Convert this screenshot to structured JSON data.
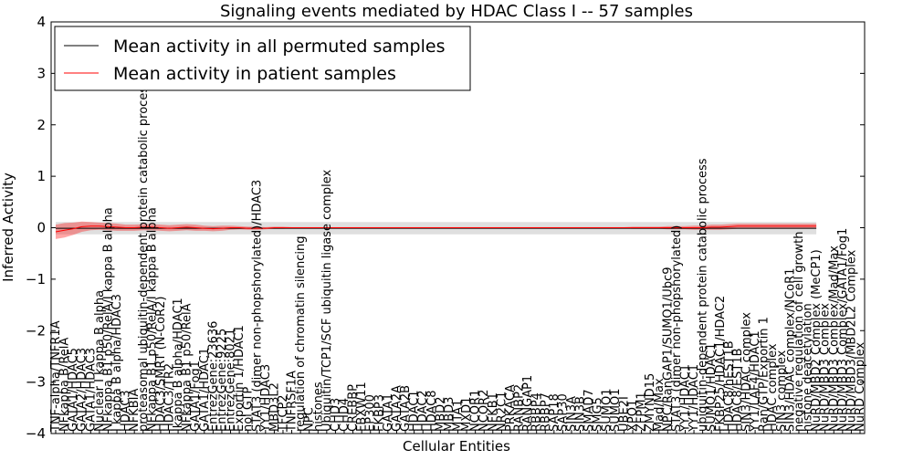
{
  "chart_data": {
    "type": "line",
    "title": "Signaling events mediated by HDAC Class I -- 57 samples",
    "xlabel": "Cellular Entities",
    "ylabel": "Inferred Activity",
    "ylim": [
      -4,
      4
    ],
    "yticks": [
      -4,
      -3,
      -2,
      -1,
      0,
      1,
      2,
      3,
      4
    ],
    "grid": false,
    "legend_position": "top-left",
    "categories": [
      "TNF-alpha/TNFR1A",
      "NFkappa B/RelA",
      "GATA1/HDAC5",
      "GATA2/HDAC3",
      "GATA1/HDAC3",
      "Nuclear I kappa B alpha",
      "NFkappa B1 p50/RelA/I kappa B alpha",
      "I kappa B alpha/HDAC3",
      "HDAC3",
      "NFKBIA",
      "proteasomal ubiquitin-dependent protein catabolic process",
      "NFkappa B1 p50/RelA/I kappa B alpha",
      "HDAC3/SMRT (N-CoR2)",
      "HDAC3/TR2",
      "Ikappa B alpha/HDAC1",
      "NFkappa B1 p50/RelA",
      "GATA1/Fog1",
      "GATA1/HDAC1",
      "EntrezGene:23636",
      "EntrezGene:9225",
      "EntrezGene:8021",
      "Exportin 1/HDAC1",
      "nol GTP",
      "STAT3 (dimer non-phopshorylated)/HDAC3",
      "YY1/HDAC3",
      "MBD3L2",
      "TFCP2",
      "TNFRSF1A",
      "regulation of chromatin silencing",
      "NPC",
      "histones",
      "Ubiquitin/TCP1/SCF ubiquitin ligase complex",
      "CHD3",
      "CHD4",
      "CREBBP",
      "FBXW11",
      "EP300",
      "FKBP3",
      "GATA1",
      "GATA2A",
      "GATA2B",
      "HDAC1",
      "HDAC2",
      "HDAC8",
      "MBD2",
      "MBD3",
      "MTA1",
      "MXD1",
      "NCOR1",
      "NCOR2",
      "NFKB1",
      "NR2C1",
      "PRKACA",
      "RANBP2",
      "RANGAP1",
      "RBBP4",
      "RBBP7",
      "SAP18",
      "SAP30",
      "SIN3A",
      "SIN3B",
      "SMAD7",
      "SMG5",
      "SUMO1",
      "SUMO1",
      "UBE2I",
      "XPO1",
      "ZFPM1",
      "ZMYND15",
      "Mad/Max",
      "NPC/RanGAP1/SUMO1/Ubc9",
      "STAT3 (dimer non-phopshorylated)",
      "YY1/HDAC1",
      "YY1/HDAC1",
      "ubiquitin-dependent protein catabolic process",
      "SUMO1/HDAC1",
      "FKBP25/HDAC1/HDAC2",
      "HDAC8/hEST1B",
      "HDAC8/EST1B",
      "SIN3/HDAC complex",
      "YY1/LAF4/HDAC1",
      "Ran/GTP/Exportin 1",
      "HDAC complex",
      "SIN3 complex",
      "SIN3/HDAC complex/NCoR1",
      "negative regulation of cell growth",
      "histone deacetylation",
      "NuRD/MBD2 Complex (MeCP1)",
      "NuRD/MBD3 Complex",
      "NuRD/MBD3 Complex/Mad/Max",
      "NuRD/MBD3 Complex/GATA1/Fog1",
      "NuRD/MBD3/MBD2L2 Complex",
      "NuRD Complex"
    ],
    "series": [
      {
        "name": "Mean activity in all permuted samples",
        "color": "#000000",
        "values": [
          -0.01,
          -0.01,
          -0.01,
          -0.01,
          -0.01,
          -0.01,
          -0.01,
          -0.01,
          -0.01,
          -0.01,
          -0.01,
          -0.01,
          -0.01,
          -0.01,
          -0.01,
          -0.01,
          -0.01,
          -0.01,
          -0.01,
          -0.01,
          -0.01,
          -0.01,
          -0.01,
          -0.01,
          -0.01,
          -0.01,
          -0.01,
          -0.01,
          -0.01,
          -0.01,
          -0.01,
          -0.01,
          -0.01,
          -0.01,
          -0.01,
          -0.01,
          -0.01,
          -0.01,
          -0.01,
          -0.01,
          -0.01,
          -0.01,
          -0.01,
          -0.01,
          -0.01,
          -0.01,
          -0.01,
          -0.01,
          -0.01,
          -0.01,
          -0.01,
          -0.01,
          -0.01,
          -0.01,
          -0.01,
          -0.01,
          -0.01,
          -0.01,
          -0.01,
          -0.01,
          -0.01,
          -0.01,
          -0.01,
          -0.01,
          -0.01,
          -0.01,
          -0.01,
          -0.01,
          -0.01,
          -0.01,
          -0.01,
          -0.01,
          -0.01,
          -0.01,
          -0.01,
          -0.01,
          -0.01,
          -0.01,
          -0.01,
          -0.01,
          -0.01,
          -0.01,
          -0.01,
          -0.01,
          -0.01,
          -0.01,
          -0.01,
          -0.01
        ]
      },
      {
        "name": "Mean activity in patient samples",
        "color": "#ff0000",
        "values": [
          -0.08,
          -0.05,
          -0.02,
          0.02,
          0.03,
          0.03,
          0.02,
          0.01,
          0.0,
          0.0,
          0.01,
          0.01,
          0.0,
          -0.01,
          0.0,
          0.01,
          0.0,
          -0.01,
          -0.02,
          -0.01,
          0.0,
          0.0,
          -0.01,
          -0.01,
          -0.01,
          0.0,
          0.0,
          0.0,
          0.0,
          0.0,
          0.0,
          0.0,
          0.0,
          0.0,
          0.0,
          0.0,
          0.0,
          0.0,
          0.0,
          0.0,
          0.0,
          0.0,
          0.0,
          0.0,
          0.0,
          0.0,
          0.0,
          0.0,
          0.0,
          0.0,
          0.0,
          0.0,
          0.0,
          0.0,
          0.0,
          0.0,
          0.0,
          0.0,
          0.0,
          0.0,
          0.0,
          0.0,
          0.0,
          0.0,
          0.0,
          0.0,
          0.0,
          0.0,
          0.0,
          0.0,
          0.0,
          0.0,
          0.0,
          0.0,
          0.0,
          0.01,
          0.01,
          0.02,
          0.03,
          0.03,
          0.03,
          0.03,
          0.03,
          0.03,
          0.03,
          0.03,
          0.03,
          0.03
        ]
      }
    ],
    "bands": {
      "permuted_spread": [
        0.12,
        0.12,
        0.12,
        0.12,
        0.12,
        0.12,
        0.12,
        0.12,
        0.12,
        0.12,
        0.12,
        0.12,
        0.12,
        0.12,
        0.12,
        0.12,
        0.12,
        0.12,
        0.12,
        0.12,
        0.12,
        0.12,
        0.12,
        0.12,
        0.12,
        0.12,
        0.12,
        0.12,
        0.12,
        0.12,
        0.12,
        0.12,
        0.12,
        0.12,
        0.12,
        0.12,
        0.12,
        0.12,
        0.12,
        0.12,
        0.12,
        0.12,
        0.12,
        0.12,
        0.12,
        0.12,
        0.12,
        0.12,
        0.12,
        0.12,
        0.12,
        0.12,
        0.12,
        0.12,
        0.12,
        0.12,
        0.12,
        0.12,
        0.12,
        0.12,
        0.12,
        0.12,
        0.12,
        0.12,
        0.12,
        0.12,
        0.12,
        0.12,
        0.12,
        0.12,
        0.12,
        0.12,
        0.12,
        0.12,
        0.12,
        0.12,
        0.12,
        0.12,
        0.12,
        0.12,
        0.12,
        0.12,
        0.12,
        0.12,
        0.12,
        0.12,
        0.12,
        0.12
      ],
      "patient_spread": [
        0.14,
        0.14,
        0.12,
        0.1,
        0.08,
        0.07,
        0.07,
        0.07,
        0.06,
        0.06,
        0.06,
        0.06,
        0.06,
        0.06,
        0.06,
        0.06,
        0.06,
        0.05,
        0.05,
        0.05,
        0.04,
        0.03,
        0.03,
        0.03,
        0.02,
        0.02,
        0.02,
        0.01,
        0.01,
        0.01,
        0.01,
        0.01,
        0.01,
        0.01,
        0.01,
        0.01,
        0.01,
        0.01,
        0.01,
        0.01,
        0.01,
        0.01,
        0.01,
        0.01,
        0.01,
        0.01,
        0.01,
        0.01,
        0.01,
        0.01,
        0.01,
        0.01,
        0.01,
        0.01,
        0.01,
        0.01,
        0.01,
        0.01,
        0.01,
        0.01,
        0.01,
        0.01,
        0.01,
        0.01,
        0.01,
        0.01,
        0.02,
        0.02,
        0.02,
        0.02,
        0.03,
        0.03,
        0.03,
        0.04,
        0.04,
        0.05,
        0.05,
        0.05,
        0.05,
        0.05,
        0.05,
        0.05,
        0.05,
        0.05,
        0.05,
        0.05,
        0.05,
        0.05
      ]
    }
  }
}
